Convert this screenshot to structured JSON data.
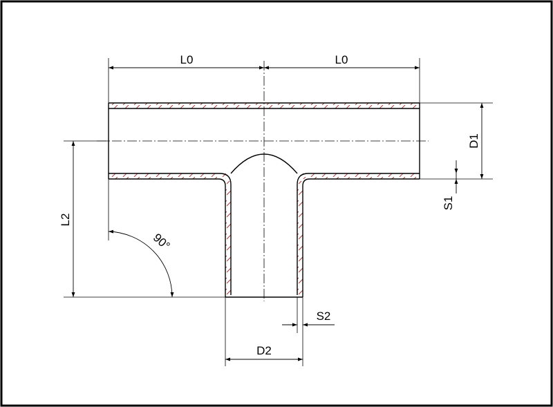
{
  "drawing": {
    "labels": {
      "l0_left": "L0",
      "l0_right": "L0",
      "d1": "D1",
      "s1": "S1",
      "l2": "L2",
      "angle": "90°",
      "s2": "S2",
      "d2": "D2"
    },
    "colors": {
      "outline": "#000000",
      "hatch": "#b03a3a",
      "frame": "#000000",
      "background": "#ffffff"
    }
  }
}
